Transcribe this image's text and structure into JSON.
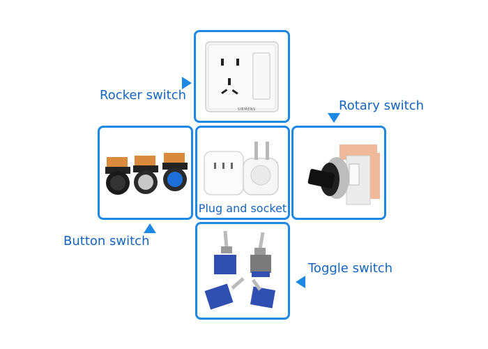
{
  "labels": {
    "rocker": "Rocker switch",
    "rotary": "Rotary switch",
    "button": "Button switch",
    "toggle": "Toggle switch",
    "plug": "Plug and socket"
  },
  "socket_brand": "SIEMENS",
  "colors": {
    "accent": "#1e88e5",
    "label_text": "#1565c0"
  }
}
